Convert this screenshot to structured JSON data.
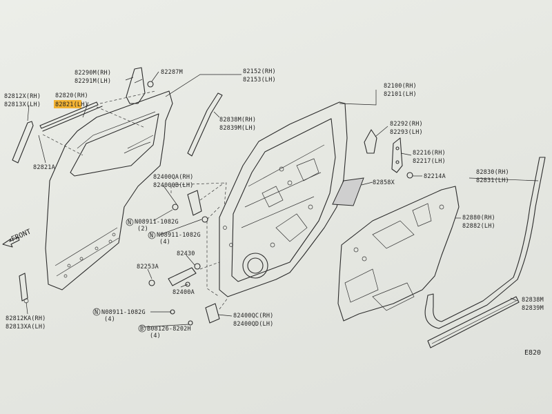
{
  "labels": {
    "p82812": [
      "82812X(RH)",
      "82813X(LH)"
    ],
    "p82820": [
      "82820(RH)",
      "82821(LH)"
    ],
    "p82290": [
      "82290M(RH)",
      "82291M(LH)"
    ],
    "p82287": "82287M",
    "p82821a": "82821A",
    "p82152": [
      "82152(RH)",
      "82153(LH)"
    ],
    "p82100": [
      "82100(RH)",
      "82101(LH)"
    ],
    "p82838": [
      "82838M(RH)",
      "82839M(LH)"
    ],
    "p82292": [
      "82292(RH)",
      "82293(LH)"
    ],
    "p82216": [
      "82216(RH)",
      "82217(LH)"
    ],
    "p82214a": "82214A",
    "p82858x": "82858X",
    "p82830": [
      "82830(RH)",
      "82831(LH)"
    ],
    "p82400qa": [
      "82400QA(RH)",
      "82400QB(LH)"
    ],
    "bolt1": [
      "N08911-1082G",
      "(2)"
    ],
    "bolt2": [
      "N08911-1082G",
      "(4)"
    ],
    "p82430": "82430",
    "p82253a": "82253A",
    "p82400a": "82400A",
    "p82880": [
      "82880(RH)",
      "82882(LH)"
    ],
    "front": "FRONT",
    "p82812ka": [
      "82812KA(RH)",
      "82813XA(LH)"
    ],
    "bolt3": [
      "N08911-1082G",
      "(4)"
    ],
    "p82400qc": [
      "82400QC(RH)",
      "82400QD(LH)"
    ],
    "bolt4": [
      "B08126-8202H",
      "(4)"
    ],
    "p82838m": [
      "82838M",
      "82839M"
    ],
    "code": "E820"
  },
  "colors": {
    "highlight": "#f2b233"
  },
  "icons": [
    "front-arrow-icon",
    "circle-n-icon",
    "circle-b-icon"
  ]
}
